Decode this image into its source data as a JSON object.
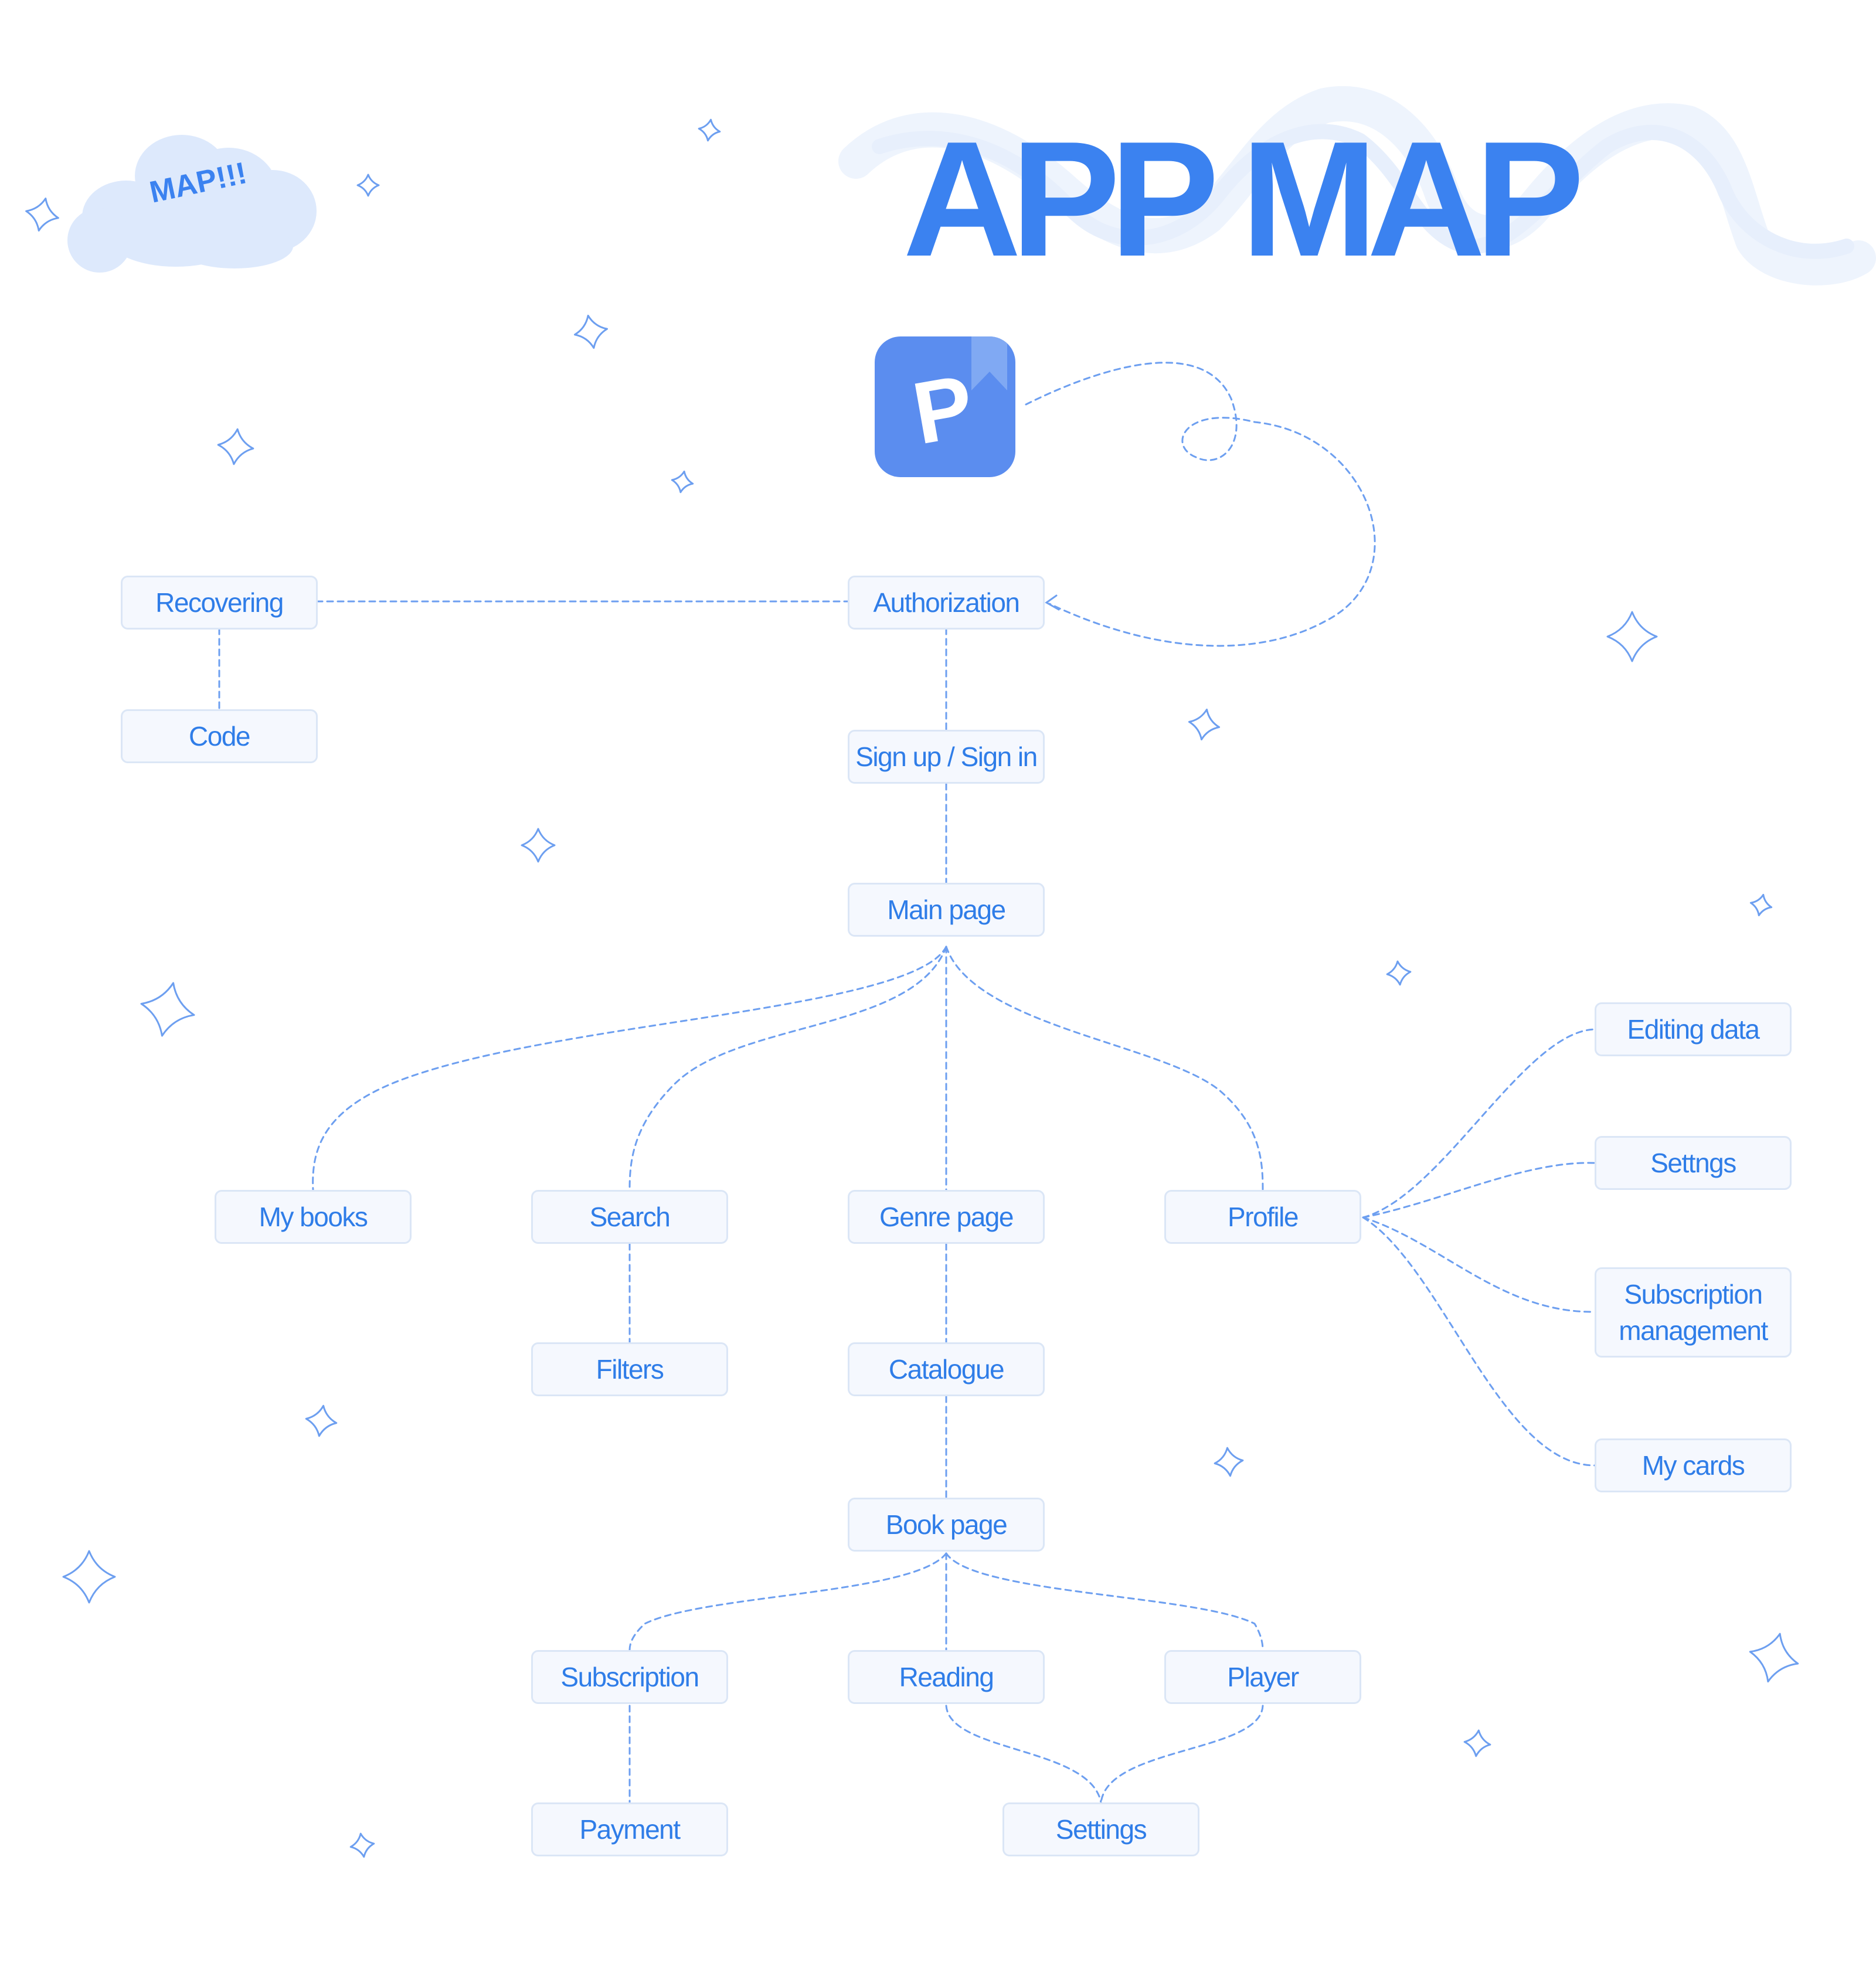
{
  "title": "APP MAP",
  "cloud_label": "MAP!!!",
  "app_icon": {
    "letter": "P",
    "icon": "app-logo-icon"
  },
  "colors": {
    "accent": "#3b82f0",
    "node_text": "#2f7de8",
    "node_fill": "#f5f8fe",
    "node_border": "#dbe6f6",
    "link": "#6d9ff0",
    "cloud": "#dde9fc",
    "icon_bg": "#5b8def"
  },
  "nodes": {
    "authorization": "Authorization",
    "recovering": "Recovering",
    "code": "Code",
    "signup": "Sign up / Sign in",
    "main_page": "Main page",
    "my_books": "My books",
    "search": "Search",
    "genre_page": "Genre page",
    "profile": "Profile",
    "filters": "Filters",
    "catalogue": "Catalogue",
    "book_page": "Book page",
    "subscription": "Subscription",
    "reading": "Reading",
    "player": "Player",
    "payment": "Payment",
    "settings": "Settings",
    "editing_data": "Editing data",
    "settngs": "Settngs",
    "subscription_management": "Subscription management",
    "my_cards": "My cards"
  }
}
